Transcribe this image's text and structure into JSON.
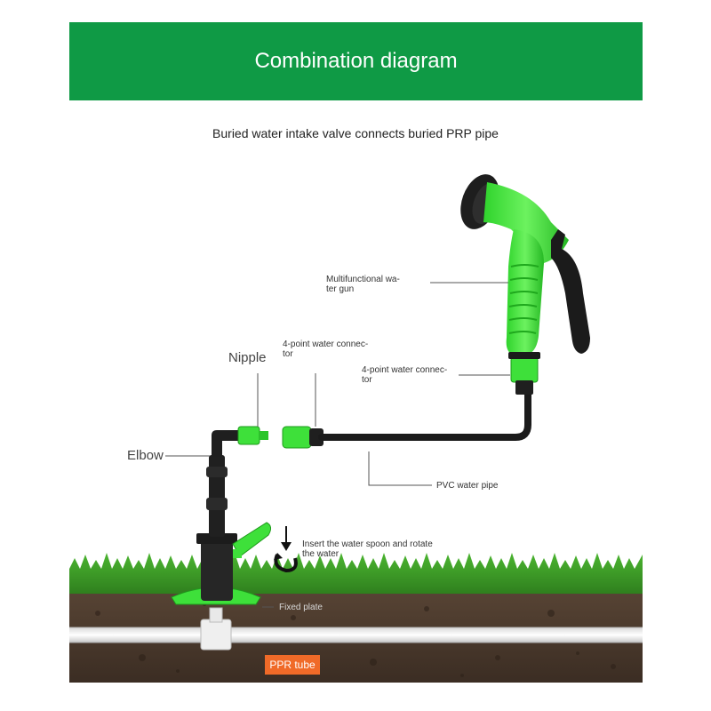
{
  "header": {
    "title": "Combination diagram",
    "bg_color": "#0f9a45"
  },
  "subtitle": "Buried water intake valve connects buried PRP pipe",
  "labels": {
    "gun_line1": "Multifunctional wa-",
    "gun_line2": "ter gun",
    "connector_top_line1": "4-point water connec-",
    "connector_top_line2": "tor",
    "connector_right_line1": "4-point water connec-",
    "connector_right_line2": "tor",
    "nipple": "Nipple",
    "elbow": "Elbow",
    "pvc_pipe": "PVC water pipe",
    "insert_line1": "Insert the water spoon and rotate",
    "insert_line2": "the water",
    "fixed_plate": "Fixed plate",
    "ppr_tube": "PPR tube"
  },
  "colors": {
    "accent_green": "#3ee03a",
    "pipe_black": "#1a1a1a",
    "grass": "#3f9e2a",
    "soil": "#4a3a2e",
    "ppr_orange": "#f06a28"
  }
}
